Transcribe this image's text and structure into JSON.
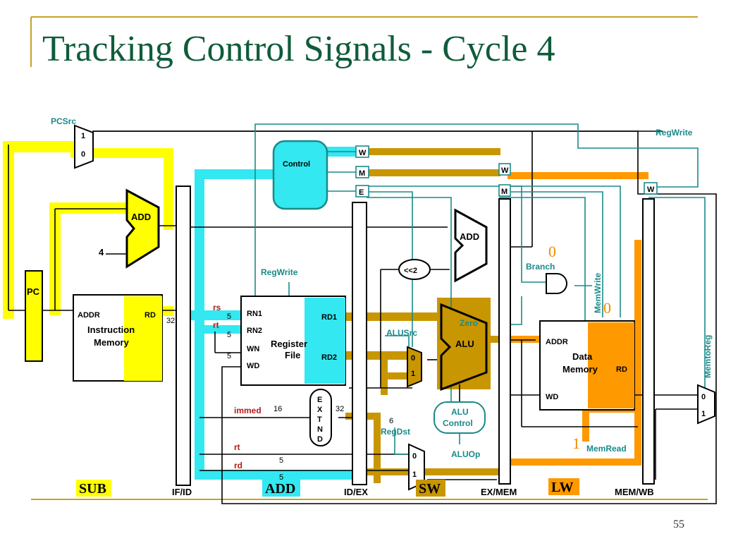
{
  "title": "Tracking Control Signals - Cycle 4",
  "page_number": "55",
  "colors": {
    "title": "#0f5c3a",
    "yellow": "#ffff00",
    "cyan": "#33e8f0",
    "gold": "#c89600",
    "orange": "#ff9900",
    "teal": "#1a8a8a",
    "red": "#b31b1b"
  },
  "signals": {
    "pcsrc": "PCSrc",
    "regwrite_top": "RegWrite",
    "regwrite_reg": "RegWrite",
    "alusrc": "ALUSrc",
    "zero": "Zero",
    "branch": "Branch",
    "memwrite": "MemWrite",
    "memtoreg": "MemtoReg",
    "memread": "MemRead",
    "regdst": "RegDst",
    "aluop": "ALUOp"
  },
  "signal_values": {
    "branch": "0",
    "memwrite": "0",
    "memread": "1"
  },
  "blocks": {
    "pc": "PC",
    "control": "Control",
    "add_pc": "ADD",
    "add_branch": "ADD",
    "alu": "ALU",
    "alu_control": [
      "ALU",
      "Control"
    ],
    "shift": "<<2",
    "extend": [
      "E",
      "X",
      "T",
      "N",
      "D"
    ],
    "instr_mem": {
      "addr": "ADDR",
      "rd": "RD",
      "name": [
        "Instruction",
        "Memory"
      ]
    },
    "reg_file": {
      "rn1": "RN1",
      "rn2": "RN2",
      "wn": "WN",
      "wd": "WD",
      "rd1": "RD1",
      "rd2": "RD2",
      "name": [
        "Register",
        "File"
      ]
    },
    "data_mem": {
      "addr": "ADDR",
      "wd": "WD",
      "rd": "RD",
      "name": [
        "Data",
        "Memory"
      ]
    },
    "pipe_ctrl": {
      "w": "W",
      "m": "M",
      "e": "E"
    },
    "mux_inputs": {
      "one": "1",
      "zero": "0"
    },
    "constant_four": "4"
  },
  "fields": {
    "rs": "rs",
    "rt": "rt",
    "immed": "immed",
    "rt2": "rt",
    "rd": "rd"
  },
  "widths": {
    "w32a": "32",
    "w5a": "5",
    "w5b": "5",
    "w5c": "5",
    "w16": "16",
    "w32b": "32",
    "w6": "6",
    "w5d": "5",
    "w5e": "5"
  },
  "registers": [
    "IF/ID",
    "ID/EX",
    "EX/MEM",
    "MEM/WB"
  ],
  "stages": {
    "if": "SUB",
    "id": "ADD",
    "ex": "SW",
    "mem": "LW"
  }
}
